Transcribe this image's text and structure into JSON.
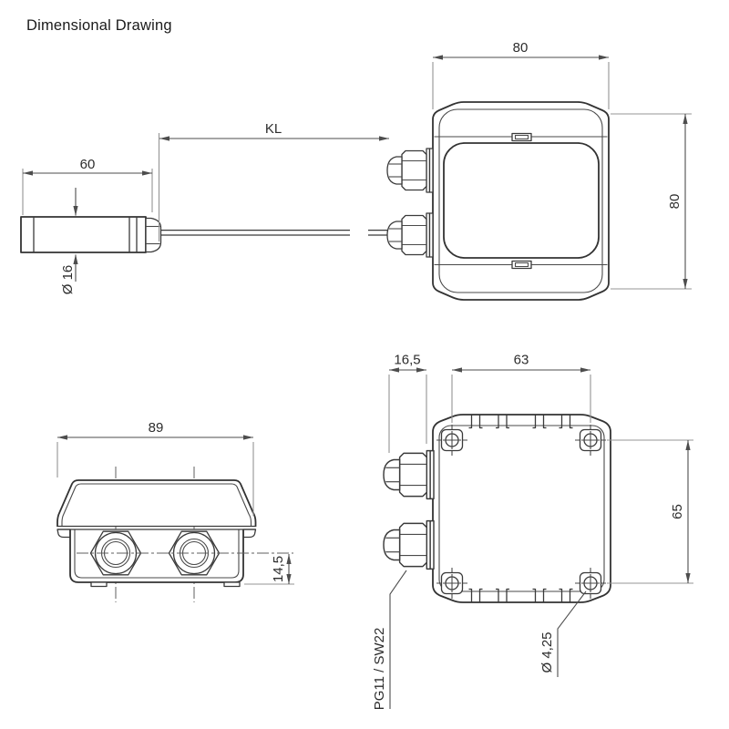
{
  "title": "Dimensional Drawing",
  "colors": {
    "background": "#ffffff",
    "part_line": "#333333",
    "dimension_line": "#4d4d4d",
    "extension_line": "#949494",
    "text": "#2d2d2d"
  },
  "views": {
    "sensor_side": {
      "name": "cylindrical sensor with cable",
      "dimensions": {
        "length": "60",
        "cable_length": "KL",
        "diameter": "Ø 16"
      }
    },
    "housing_front": {
      "name": "housing front view",
      "dimensions": {
        "width": "80",
        "height": "80"
      }
    },
    "housing_side": {
      "name": "housing side view",
      "dimensions": {
        "width": "89",
        "gland_axis_height": "14,5"
      }
    },
    "housing_back": {
      "name": "housing back view",
      "dimensions": {
        "gland_protrusion": "16,5",
        "hole_spacing_horizontal": "63",
        "hole_spacing_vertical": "65",
        "mounting_hole_diameter": "Ø 4,25",
        "gland_thread": "PG11 / SW22"
      }
    }
  }
}
